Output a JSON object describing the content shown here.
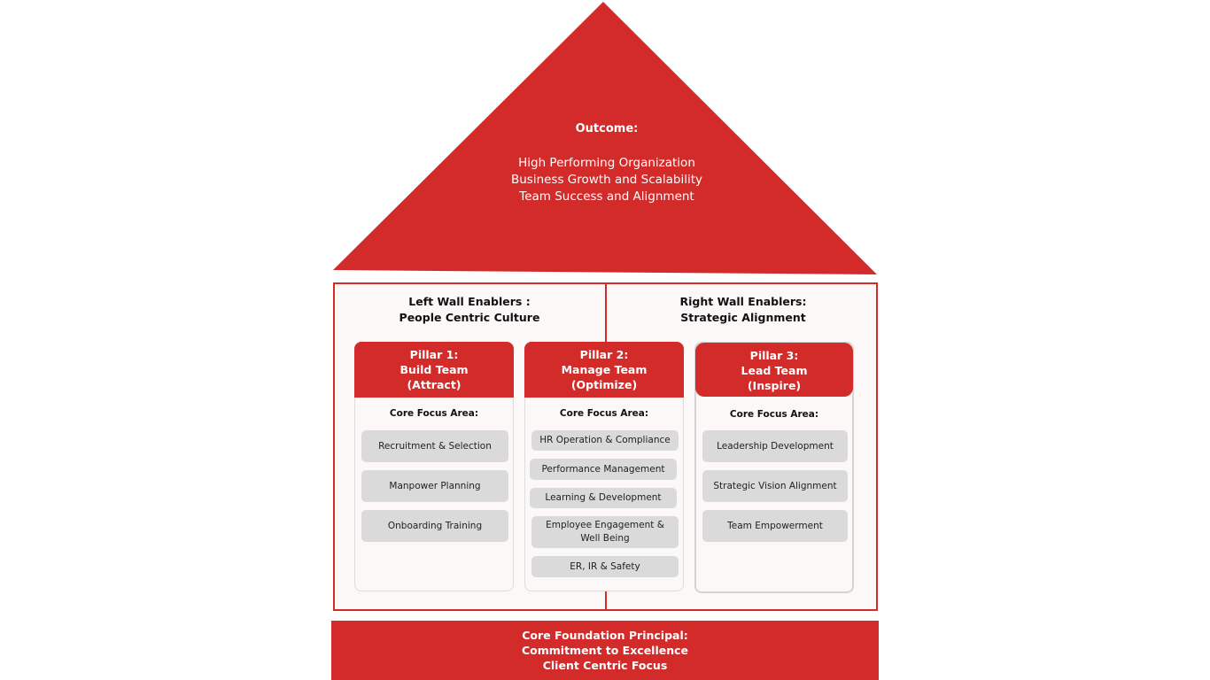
{
  "colors": {
    "accent": "#d32a2a",
    "item_bg": "#dadada"
  },
  "roof": {
    "title": "Outcome:",
    "lines": [
      "High Performing Organization",
      "Business Growth and Scalability",
      "Team Success and Alignment"
    ]
  },
  "left_wall": {
    "line1": "Left Wall Enablers :",
    "line2": "People Centric Culture"
  },
  "right_wall": {
    "line1": "Right Wall Enablers:",
    "line2": "Strategic Alignment"
  },
  "pillars": [
    {
      "line1": "Pillar 1:",
      "line2": "Build Team",
      "line3": "(Attract)",
      "focus_label": "Core Focus Area:",
      "items": [
        "Recruitment & Selection",
        "Manpower Planning",
        "Onboarding Training"
      ]
    },
    {
      "line1": "Pillar 2:",
      "line2": "Manage Team",
      "line3": "(Optimize)",
      "focus_label": "Core Focus Area:",
      "items": [
        "HR Operation & Compliance",
        "Performance Management",
        "Learning & Development",
        "Employee Engagement & Well Being",
        "ER, IR & Safety"
      ]
    },
    {
      "line1": "Pillar 3:",
      "line2": "Lead Team",
      "line3": "(Inspire)",
      "focus_label": "Core Focus Area:",
      "items": [
        "Leadership Development",
        "Strategic Vision Alignment",
        "Team Empowerment"
      ]
    }
  ],
  "foundation": {
    "line1": "Core Foundation Principal:",
    "line2": "Commitment to Excellence",
    "line3": "Client Centric Focus"
  }
}
